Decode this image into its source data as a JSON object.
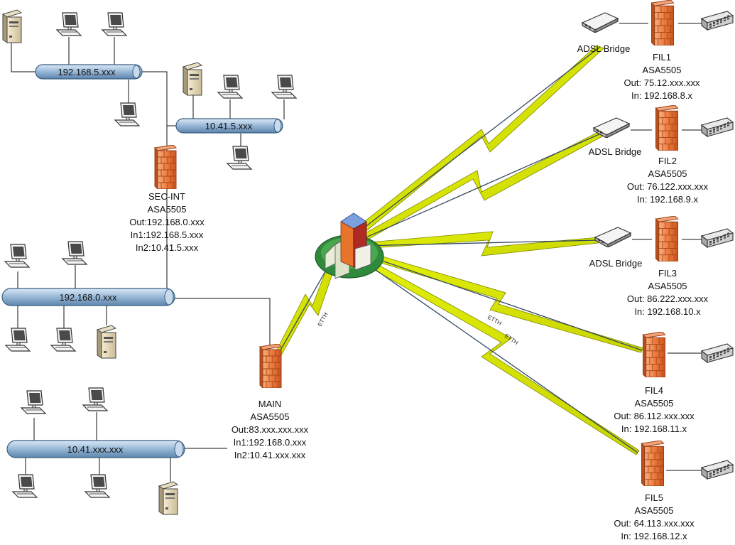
{
  "segments": [
    {
      "id": "seg-192-168-5",
      "label": "192.168.5.xxx"
    },
    {
      "id": "seg-10-41-5",
      "label": "10.41.5.xxx"
    },
    {
      "id": "seg-192-168-0",
      "label": "192.168.0.xxx"
    },
    {
      "id": "seg-10-41",
      "label": "10.41.xxx.xxx"
    }
  ],
  "sec_int": {
    "name": "SEC-INT",
    "model": "ASA5505",
    "out": "Out:192.168.0.xxx",
    "in1": "In1:192.168.5.xxx",
    "in2": "In2:10.41.5.xxx"
  },
  "main": {
    "name": "MAIN",
    "model": "ASA5505",
    "out": "Out:83.xxx.xxx.xxx",
    "in1": "In1:192.168.0.xxx",
    "in2": "In2:10.41.xxx.xxx"
  },
  "bridges": [
    {
      "label": "ADSL Bridge"
    },
    {
      "label": "ADSL Bridge"
    },
    {
      "label": "ADSL Bridge"
    }
  ],
  "branches": [
    {
      "name": "FIL1",
      "model": "ASA5505",
      "out": "Out: 75.12.xxx.xxx",
      "in": "In: 192.168.8.x"
    },
    {
      "name": "FIL2",
      "model": "ASA5505",
      "out": "Out: 76.122.xxx.xxx",
      "in": "In: 192.168.9.x"
    },
    {
      "name": "FIL3",
      "model": "ASA5505",
      "out": "Out: 86.222.xxx.xxx",
      "in": "In: 192.168.10.x"
    },
    {
      "name": "FIL4",
      "model": "ASA5505",
      "out": "Out: 86.112.xxx.xxx",
      "in": "In: 192.168.11.x"
    },
    {
      "name": "FIL5",
      "model": "ASA5505",
      "out": "Out: 64.113.xxx.xxx",
      "in": "In: 192.168.12.x"
    }
  ],
  "link_labels": [
    "ETTH",
    "ETTH",
    "ETTH"
  ],
  "colors": {
    "pipe": "#9dbcd9",
    "pipe_dark": "#4a6f96",
    "firewall": "#e8733a",
    "lightning": "#e9f50a",
    "internet_ground": "#2f8a3c"
  }
}
